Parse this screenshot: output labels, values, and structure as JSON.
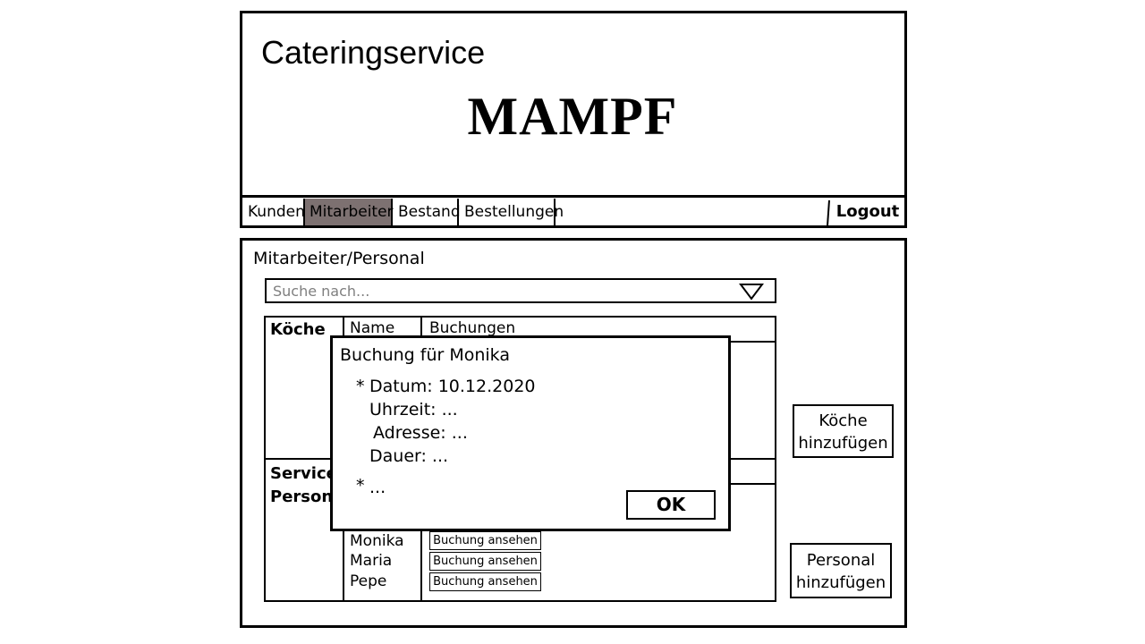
{
  "header": {
    "subtitle": "Cateringservice",
    "title": "MAMPF"
  },
  "nav": {
    "tabs": [
      {
        "label": "Kunden",
        "active": false
      },
      {
        "label": "Mitarbeiter",
        "active": true
      },
      {
        "label": "Bestand",
        "active": false
      },
      {
        "label": "Bestellungen",
        "active": false
      }
    ],
    "logout_label": "Logout",
    "active_color": "#7d7171"
  },
  "main": {
    "section_title": "Mitarbeiter/Personal",
    "search": {
      "placeholder": "Suche nach...",
      "value": "",
      "dropdown_icon": "triangle-down-icon"
    },
    "table": {
      "headers": {
        "name": "Name",
        "bookings": "Buchungen"
      },
      "groups": [
        {
          "label": "Köche"
        },
        {
          "label": "Service Personal",
          "line1": "Service",
          "line2": "Personal"
        }
      ],
      "service_staff": [
        {
          "name": "Monika",
          "action": "Buchung ansehen"
        },
        {
          "name": "Maria",
          "action": "Buchung ansehen"
        },
        {
          "name": "Pepe",
          "action": "Buchung ansehen"
        }
      ]
    },
    "buttons": {
      "add_cooks_line1": "Köche",
      "add_cooks_line2": "hinzufügen",
      "add_staff_line1": "Personal",
      "add_staff_line2": "hinzufügen"
    }
  },
  "modal": {
    "title": "Buchung für Monika",
    "bullet": "*",
    "datum": "Datum: 10.12.2020",
    "uhrzeit": "Uhrzeit: ...",
    "adresse": "Adresse: ...",
    "dauer": "Dauer: ...",
    "more": "...",
    "ok_label": "OK"
  }
}
